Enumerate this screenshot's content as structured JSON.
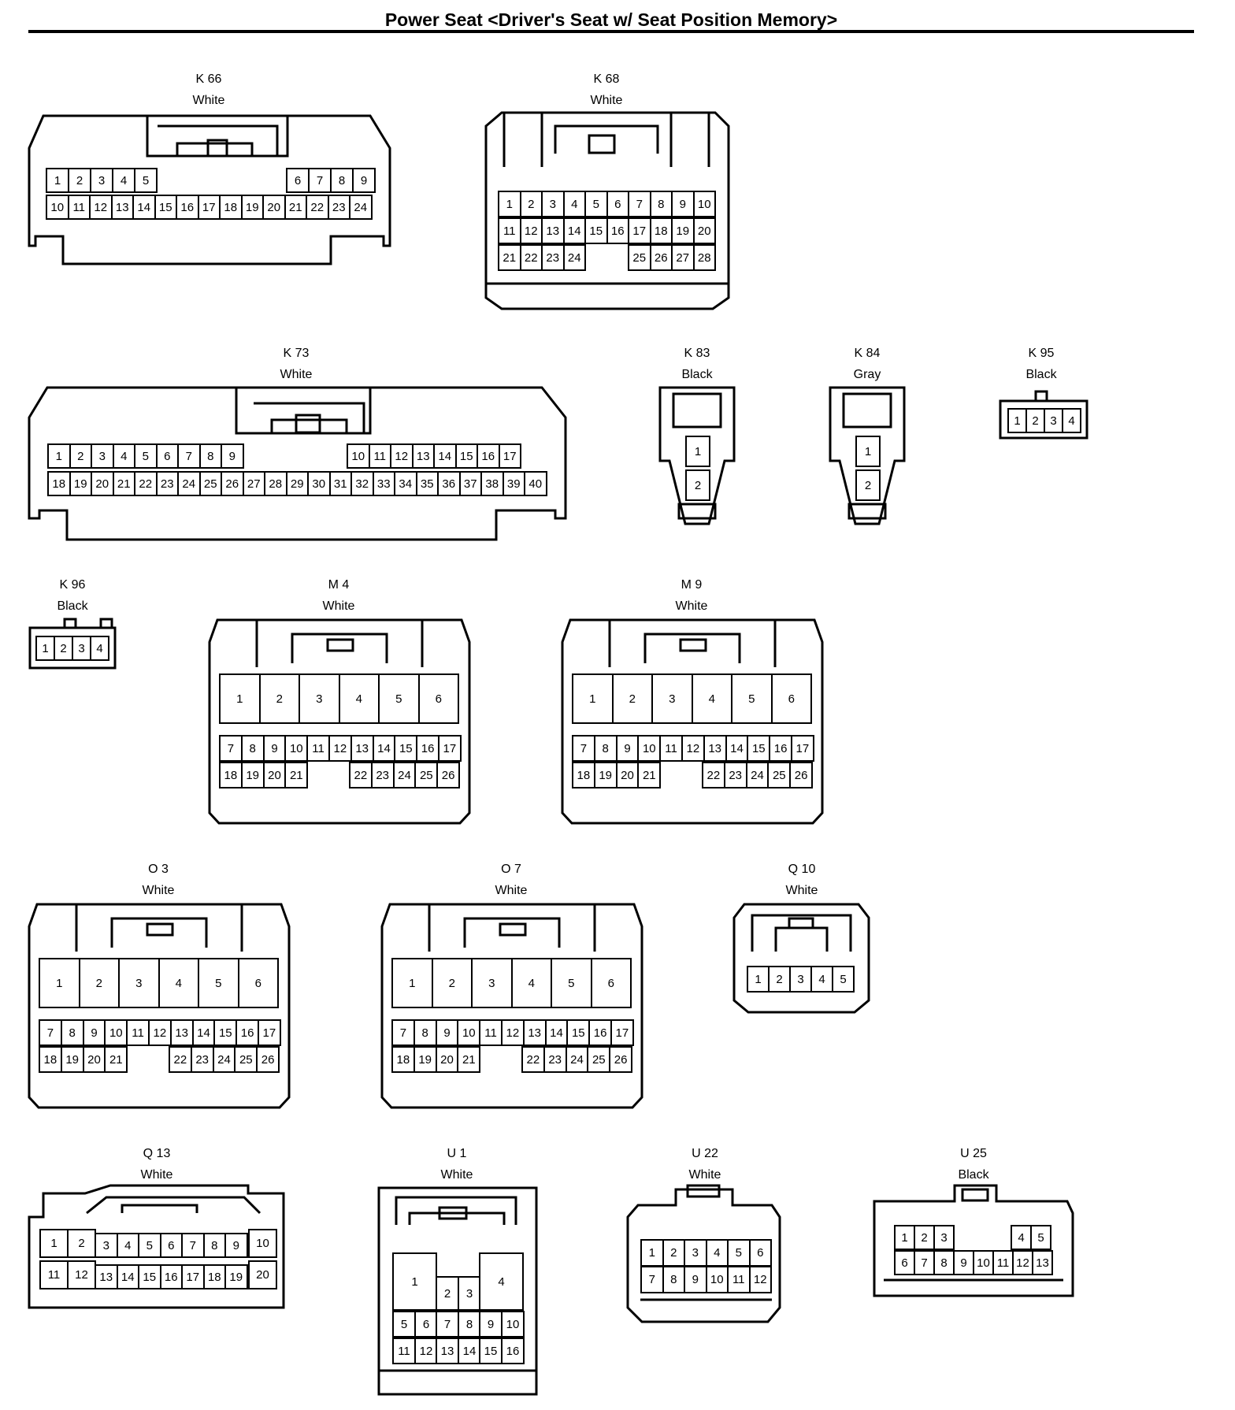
{
  "title": "Power Seat <Driver's Seat w/ Seat Position Memory>",
  "connectors": [
    {
      "id": "K 66",
      "color": "White",
      "pins": [
        "1",
        "2",
        "3",
        "4",
        "5",
        "6",
        "7",
        "8",
        "9",
        "10",
        "11",
        "12",
        "13",
        "14",
        "15",
        "16",
        "17",
        "18",
        "19",
        "20",
        "21",
        "22",
        "23",
        "24"
      ]
    },
    {
      "id": "K 68",
      "color": "White",
      "pins": [
        "1",
        "2",
        "3",
        "4",
        "5",
        "6",
        "7",
        "8",
        "9",
        "10",
        "11",
        "12",
        "13",
        "14",
        "15",
        "16",
        "17",
        "18",
        "19",
        "20",
        "21",
        "22",
        "23",
        "24",
        "25",
        "26",
        "27",
        "28"
      ]
    },
    {
      "id": "K 73",
      "color": "White",
      "pins": [
        "1",
        "2",
        "3",
        "4",
        "5",
        "6",
        "7",
        "8",
        "9",
        "10",
        "11",
        "12",
        "13",
        "14",
        "15",
        "16",
        "17",
        "18",
        "19",
        "20",
        "21",
        "22",
        "23",
        "24",
        "25",
        "26",
        "27",
        "28",
        "29",
        "30",
        "31",
        "32",
        "33",
        "34",
        "35",
        "36",
        "37",
        "38",
        "39",
        "40"
      ]
    },
    {
      "id": "K 83",
      "color": "Black",
      "pins": [
        "1",
        "2"
      ]
    },
    {
      "id": "K 84",
      "color": "Gray",
      "pins": [
        "1",
        "2"
      ]
    },
    {
      "id": "K 95",
      "color": "Black",
      "pins": [
        "1",
        "2",
        "3",
        "4"
      ]
    },
    {
      "id": "K 96",
      "color": "Black",
      "pins": [
        "1",
        "2",
        "3",
        "4"
      ]
    },
    {
      "id": "M 4",
      "color": "White",
      "pins": [
        "1",
        "2",
        "3",
        "4",
        "5",
        "6",
        "7",
        "8",
        "9",
        "10",
        "11",
        "12",
        "13",
        "14",
        "15",
        "16",
        "17",
        "18",
        "19",
        "20",
        "21",
        "22",
        "23",
        "24",
        "25",
        "26"
      ]
    },
    {
      "id": "M 9",
      "color": "White",
      "pins": [
        "1",
        "2",
        "3",
        "4",
        "5",
        "6",
        "7",
        "8",
        "9",
        "10",
        "11",
        "12",
        "13",
        "14",
        "15",
        "16",
        "17",
        "18",
        "19",
        "20",
        "21",
        "22",
        "23",
        "24",
        "25",
        "26"
      ]
    },
    {
      "id": "O 3",
      "color": "White",
      "pins": [
        "1",
        "2",
        "3",
        "4",
        "5",
        "6",
        "7",
        "8",
        "9",
        "10",
        "11",
        "12",
        "13",
        "14",
        "15",
        "16",
        "17",
        "18",
        "19",
        "20",
        "21",
        "22",
        "23",
        "24",
        "25",
        "26"
      ]
    },
    {
      "id": "O 7",
      "color": "White",
      "pins": [
        "1",
        "2",
        "3",
        "4",
        "5",
        "6",
        "7",
        "8",
        "9",
        "10",
        "11",
        "12",
        "13",
        "14",
        "15",
        "16",
        "17",
        "18",
        "19",
        "20",
        "21",
        "22",
        "23",
        "24",
        "25",
        "26"
      ]
    },
    {
      "id": "Q 10",
      "color": "White",
      "pins": [
        "1",
        "2",
        "3",
        "4",
        "5"
      ]
    },
    {
      "id": "Q 13",
      "color": "White",
      "pins": [
        "1",
        "2",
        "3",
        "4",
        "5",
        "6",
        "7",
        "8",
        "9",
        "10",
        "11",
        "12",
        "13",
        "14",
        "15",
        "16",
        "17",
        "18",
        "19",
        "20"
      ]
    },
    {
      "id": "U 1",
      "color": "White",
      "pins": [
        "1",
        "2",
        "3",
        "4",
        "5",
        "6",
        "7",
        "8",
        "9",
        "10",
        "11",
        "12",
        "13",
        "14",
        "15",
        "16"
      ]
    },
    {
      "id": "U 22",
      "color": "White",
      "pins": [
        "1",
        "2",
        "3",
        "4",
        "5",
        "6",
        "7",
        "8",
        "9",
        "10",
        "11",
        "12"
      ]
    },
    {
      "id": "U 25",
      "color": "Black",
      "pins": [
        "1",
        "2",
        "3",
        "4",
        "5",
        "6",
        "7",
        "8",
        "9",
        "10",
        "11",
        "12",
        "13"
      ]
    }
  ]
}
